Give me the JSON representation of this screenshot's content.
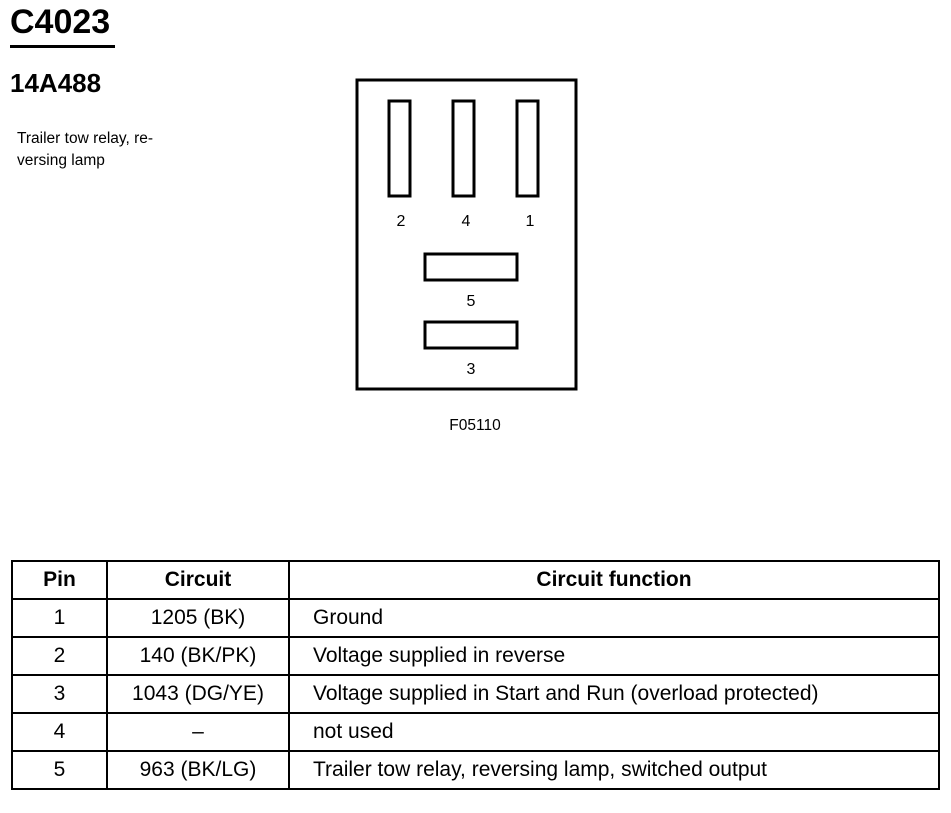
{
  "header": {
    "connector_id": "C4023",
    "part_number": "14A488",
    "description_lines": [
      "Trailer tow relay, re-",
      "versing lamp"
    ]
  },
  "connector": {
    "figure_ref": "F05110",
    "vertical_pins": [
      "2",
      "4",
      "1"
    ],
    "horizontal_pins": [
      "5",
      "3"
    ]
  },
  "pin_table": {
    "headers": [
      "Pin",
      "Circuit",
      "Circuit function"
    ],
    "rows": [
      {
        "pin": "1",
        "circuit": "1205 (BK)",
        "function": "Ground"
      },
      {
        "pin": "2",
        "circuit": "140 (BK/PK)",
        "function": "Voltage supplied in reverse"
      },
      {
        "pin": "3",
        "circuit": "1043 (DG/YE)",
        "function": "Voltage supplied in Start and Run (overload protected)"
      },
      {
        "pin": "4",
        "circuit": "–",
        "function": "not used"
      },
      {
        "pin": "5",
        "circuit": "963 (BK/LG)",
        "function": "Trailer tow relay, reversing lamp, switched output"
      }
    ]
  }
}
